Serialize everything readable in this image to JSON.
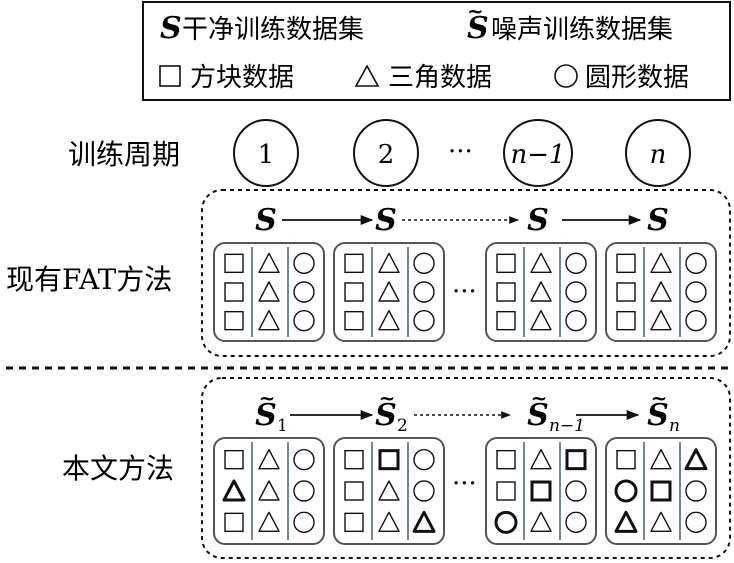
{
  "legend": {
    "clean_symbol": "S",
    "clean_label": "干净训练数据集",
    "noisy_symbol": "S",
    "noisy_label": "噪声训练数据集",
    "square_label": "方块数据",
    "triangle_label": "三角数据",
    "circle_label": "圆形数据"
  },
  "cycles": {
    "label": "训练周期",
    "items": [
      "1",
      "2",
      "n−1",
      "n"
    ],
    "ellipsis": "···"
  },
  "fat_method": {
    "label": "现有FAT方法",
    "sets": [
      {
        "symbol": "S",
        "sub": ""
      },
      {
        "symbol": "S",
        "sub": ""
      },
      {
        "symbol": "S",
        "sub": ""
      },
      {
        "symbol": "S",
        "sub": ""
      }
    ],
    "ellipsis": "···",
    "batches": [
      [
        [
          "square",
          "triangle",
          "circle"
        ],
        [
          "square",
          "triangle",
          "circle"
        ],
        [
          "square",
          "triangle",
          "circle"
        ]
      ],
      [
        [
          "square",
          "triangle",
          "circle"
        ],
        [
          "square",
          "triangle",
          "circle"
        ],
        [
          "square",
          "triangle",
          "circle"
        ]
      ],
      [
        [
          "square",
          "triangle",
          "circle"
        ],
        [
          "square",
          "triangle",
          "circle"
        ],
        [
          "square",
          "triangle",
          "circle"
        ]
      ],
      [
        [
          "square",
          "triangle",
          "circle"
        ],
        [
          "square",
          "triangle",
          "circle"
        ],
        [
          "square",
          "triangle",
          "circle"
        ]
      ]
    ]
  },
  "our_method": {
    "label": "本文方法",
    "sets": [
      {
        "symbol": "S",
        "sub": "1"
      },
      {
        "symbol": "S",
        "sub": "2"
      },
      {
        "symbol": "S",
        "sub": "n−1"
      },
      {
        "symbol": "S",
        "sub": "n"
      }
    ],
    "ellipsis": "···",
    "batches": [
      [
        [
          "square",
          "triangle",
          "circle"
        ],
        [
          "triangle*",
          "triangle",
          "circle"
        ],
        [
          "square",
          "triangle",
          "circle"
        ]
      ],
      [
        [
          "square",
          "square*",
          "circle"
        ],
        [
          "square",
          "triangle",
          "circle"
        ],
        [
          "square",
          "triangle",
          "triangle*"
        ]
      ],
      [
        [
          "square",
          "triangle",
          "square*"
        ],
        [
          "square",
          "square*",
          "circle"
        ],
        [
          "circle*",
          "triangle",
          "circle"
        ]
      ],
      [
        [
          "square",
          "triangle",
          "triangle*"
        ],
        [
          "circle*",
          "square*",
          "circle"
        ],
        [
          "triangle*",
          "triangle",
          "circle"
        ]
      ]
    ]
  }
}
